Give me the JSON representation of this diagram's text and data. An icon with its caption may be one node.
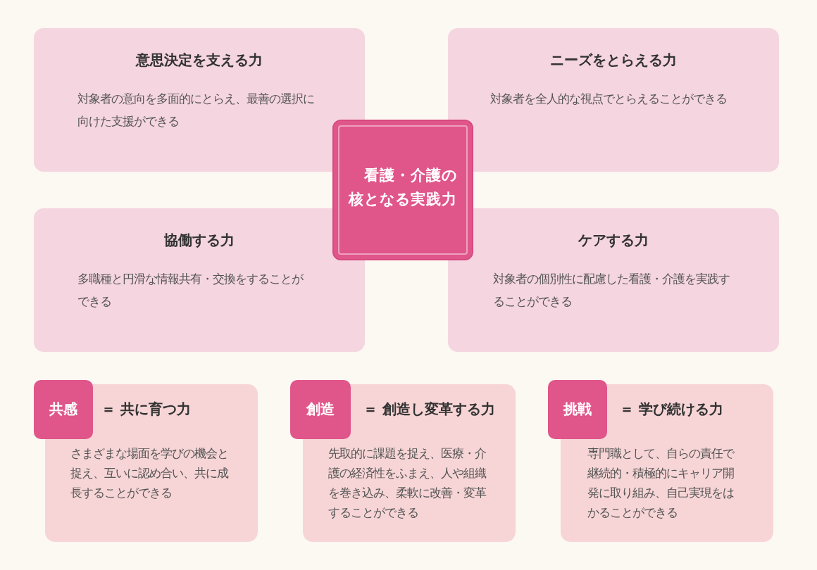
{
  "diagram": {
    "nodes": [
      {
        "text": [
          "意思決定を支える力",
          "対象者の意向を多面的にとらえ、最善の選択に向けた支援ができる"
        ]
      },
      {
        "text": [
          "ニーズをとらえる力",
          "対象者を全人的な視点でとらえることができる"
        ]
      },
      {
        "text": [
          "看護・介護の核となる実践力"
        ]
      },
      {
        "text": [
          "協働する力",
          "多職種と円滑な情報共有・交換をすることができる"
        ]
      },
      {
        "text": [
          "ケアする力",
          "対象者の個別性に配慮した看護・介護を実践することができる"
        ]
      },
      {
        "text": [
          "共感"
        ]
      },
      {
        "text": [
          "＝ 共に育つ力",
          "さまざまな場面を学びの機会と捉え、互いに認め合い、共に成長することができる"
        ]
      },
      {
        "text": [
          "創造"
        ]
      },
      {
        "text": [
          "＝ 創造し変革する力",
          "先取的に課題を捉え、医療・介護の経済性をふまえ、人や組織を巻き込み、柔軟に改善・変革することができる"
        ]
      },
      {
        "text": [
          "挑戦"
        ]
      },
      {
        "text": [
          "＝ 学び続ける力",
          "専門職として、自らの責任で継続的・積極的にキャリア開発に取り組み、自己実現をはかることができる"
        ]
      }
    ]
  }
}
